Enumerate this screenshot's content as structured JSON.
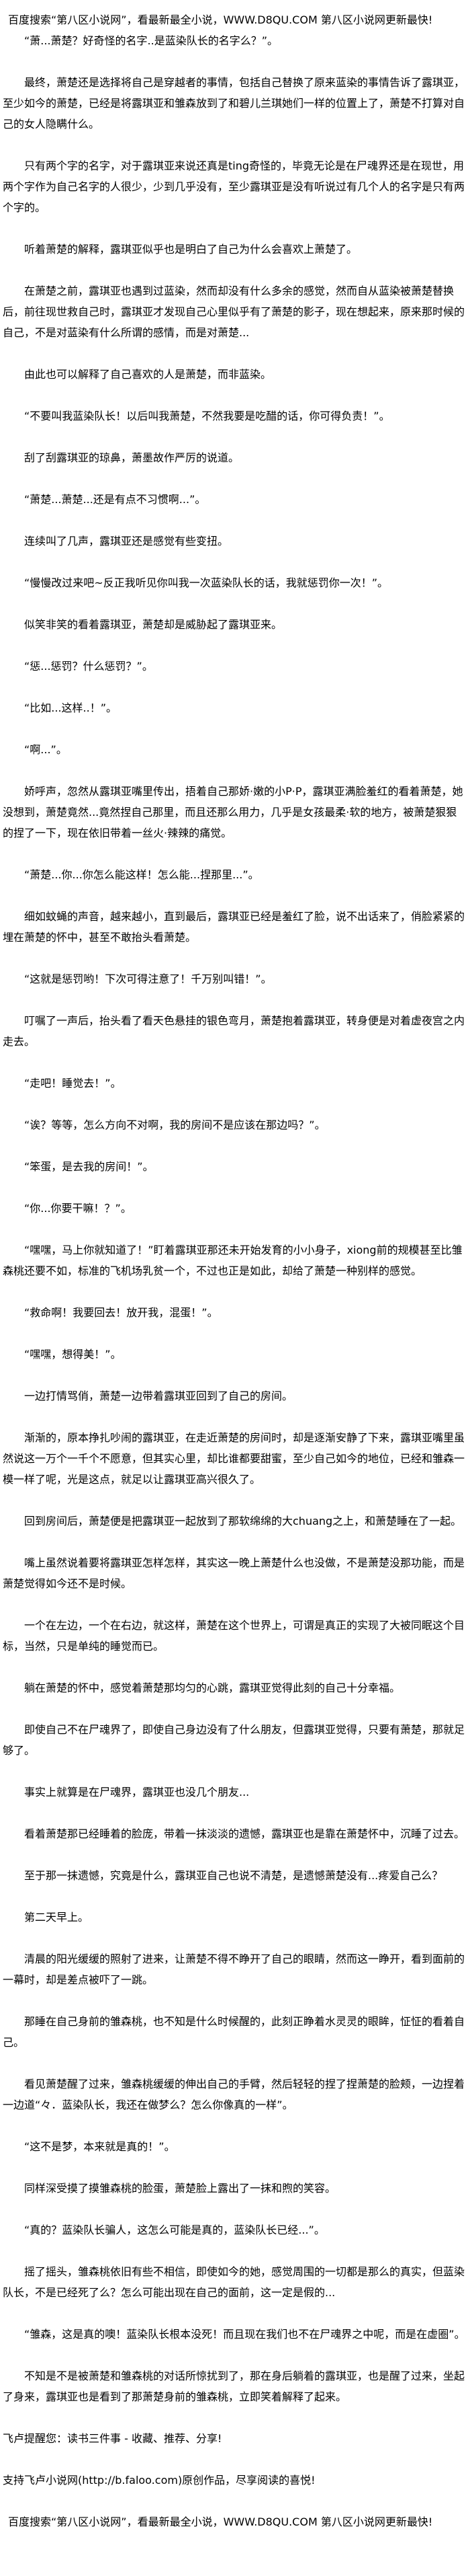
{
  "header": {
    "ad_text": "百度搜索“第八区小说网”，看最新最全小说，WWW.D8QU.COM  第八区小说网更新最快!"
  },
  "paragraphs": [
    "“萧...萧楚？好奇怪的名字..是蓝染队长的名字么？”。",
    "最终，萧楚还是选择将自己是穿越者的事情，包括自己替换了原来蓝染的事情告诉了露琪亚，至少如今的萧楚，已经是将露琪亚和雏森放到了和碧儿兰琪她们一样的位置上了，萧楚不打算对自己的女人隐瞒什么。",
    "只有两个字的名字，对于露琪亚来说还真是ting奇怪的，毕竟无论是在尸魂界还是在现世，用两个字作为自己名字的人很少，少到几乎没有，至少露琪亚是没有听说过有几个人的名字是只有两个字的。",
    "听着萧楚的解释，露琪亚似乎也是明白了自己为什么会喜欢上萧楚了。",
    "在萧楚之前，露琪亚也遇到过蓝染，然而却没有什么多余的感觉，然而自从蓝染被萧楚替换后，前往现世救自己时，露琪亚才发现自己心里似乎有了萧楚的影子，现在想起来，原来那时候的自己，不是对蓝染有什么所谓的感情，而是对萧楚...",
    "由此也可以解释了自己喜欢的人是萧楚，而非蓝染。",
    "“不要叫我蓝染队长！以后叫我萧楚，不然我要是吃醋的话，你可得负责！”。",
    "刮了刮露琪亚的琼鼻，萧墨故作严厉的说道。",
    "“萧楚...萧楚...还是有点不习惯啊...”。",
    "连续叫了几声，露琪亚还是感觉有些变扭。",
    "“慢慢改过来吧~反正我听见你叫我一次蓝染队长的话，我就惩罚你一次！”。",
    "似笑非笑的看着露琪亚，萧楚却是威胁起了露琪亚来。",
    "“惩...惩罚？什么惩罚？”。",
    "“比如...这样..！”。",
    "“啊...”。",
    "娇呼声，忽然从露琪亚嘴里传出，捂着自己那娇·嫩的小P·P，露琪亚满脸羞红的看着萧楚，她没想到，萧楚竟然...竟然捏自己那里，而且还那么用力，几乎是女孩最柔·软的地方，被萧楚狠狠的捏了一下，现在依旧带着一丝火·辣辣的痛觉。",
    "“萧楚...你...你怎么能这样！怎么能...捏那里...”。",
    "细如蚊蝇的声音，越来越小，直到最后，露琪亚已经是羞红了脸，说不出话来了，俏脸紧紧的埋在萧楚的怀中，甚至不敢抬头看萧楚。",
    "“这就是惩罚哟！下次可得注意了！千万别叫错！”。",
    "叮嘱了一声后，抬头看了看天色悬挂的银色弯月，萧楚抱着露琪亚，转身便是对着虚夜宫之内走去。",
    "“走吧！睡觉去！”。",
    "“诶？等等，怎么方向不对啊，我的房间不是应该在那边吗？”。",
    "“笨蛋，是去我的房间！”。",
    "“你...你要干嘛！？”。",
    "“嘿嘿，马上你就知道了！”盯着露琪亚那还未开始发育的小小身子，xiong前的规模甚至比雏森桃还要不如，标准的飞机场乳贫一个，不过也正是如此，却给了萧楚一种别样的感觉。",
    "“救命啊！我要回去！放开我，混蛋！”。",
    "“嘿嘿，想得美！”。",
    "一边打情骂俏，萧楚一边带着露琪亚回到了自己的房间。",
    "渐渐的，原本挣扎吵闹的露琪亚，在走近萧楚的房间时，却是逐渐安静了下来，露琪亚嘴里虽然说这一万个一千个不愿意，但其实心里，却比谁都要甜蜜，至少自己如今的地位，已经和雏森一模一样了呢，光是这点，就足以让露琪亚高兴很久了。",
    "回到房间后，萧楚便是把露琪亚一起放到了那软绵绵的大chuang之上，和萧楚睡在了一起。",
    "嘴上虽然说着要将露琪亚怎样怎样，其实这一晚上萧楚什么也没做，不是萧楚没那功能，而是萧楚觉得如今还不是时候。",
    "一个在左边，一个在右边，就这样，萧楚在这个世界上，可谓是真正的实现了大被同眠这个目标，当然，只是单纯的睡觉而已。",
    "躺在萧楚的怀中，感觉着萧楚那均匀的心跳，露琪亚觉得此刻的自己十分幸福。",
    "即使自己不在尸魂界了，即使自己身边没有了什么朋友，但露琪亚觉得，只要有萧楚，那就足够了。",
    "事实上就算是在尸魂界，露琪亚也没几个朋友...",
    "看着萧楚那已经睡着的脸庞，带着一抹淡淡的遗憾，露琪亚也是靠在萧楚怀中，沉睡了过去。",
    "至于那一抹遗憾，究竟是什么，露琪亚自己也说不清楚，是遗憾萧楚没有...疼爱自己么？",
    "第二天早上。",
    "清晨的阳光缓缓的照射了进来，让萧楚不得不睁开了自己的眼睛，然而这一睁开，看到面前的一幕时，却是差点被吓了一跳。",
    "那睡在自己身前的雏森桃，也不知是什么时候醒的，此刻正睁着水灵灵的眼眸，怔怔的看着自己。",
    "看见萧楚醒了过来，雏森桃缓缓的伸出自己的手臂，然后轻轻的捏了捏萧楚的脸颊，一边捏着一边道“々．蓝染队长，我还在做梦么？怎么你像真的一样”。",
    "“这不是梦，本来就是真的！”。",
    "同样深受摸了摸雏森桃的脸蛋，萧楚脸上露出了一抹和煦的笑容。",
    "“真的？蓝染队长骗人，这怎么可能是真的，蓝染队长已经...”。",
    "摇了摇头，雏森桃依旧有些不相信，即使如今的她，感觉周围的一切都是那么的真实，但蓝染队长，不是已经死了么？怎么可能出现在自己的面前，这一定是假的...",
    "“雏森，这是真的噢！蓝染队长根本没死！而且现在我们也不在尸魂界之中呢，而是在虚圈”。",
    "不知是不是被萧楚和雏森桃的对话所惊扰到了，那在身后躺着的露琪亚，也是醒了过来，坐起了身来，露琪亚也是看到了那萧楚身前的雏森桃，立即笑着解释了起来。"
  ],
  "footer": {
    "reminder": "飞卢提醒您：读书三件事 - 收藏、推荐、分享!",
    "support": "支持飞卢小说网(http://b.faloo.com)原创作品，尽享阅读的喜悦!",
    "ad_text": "百度搜索“第八区小说网”，看最新最全小说，WWW.D8QU.COM  第八区小说网更新最快!"
  }
}
